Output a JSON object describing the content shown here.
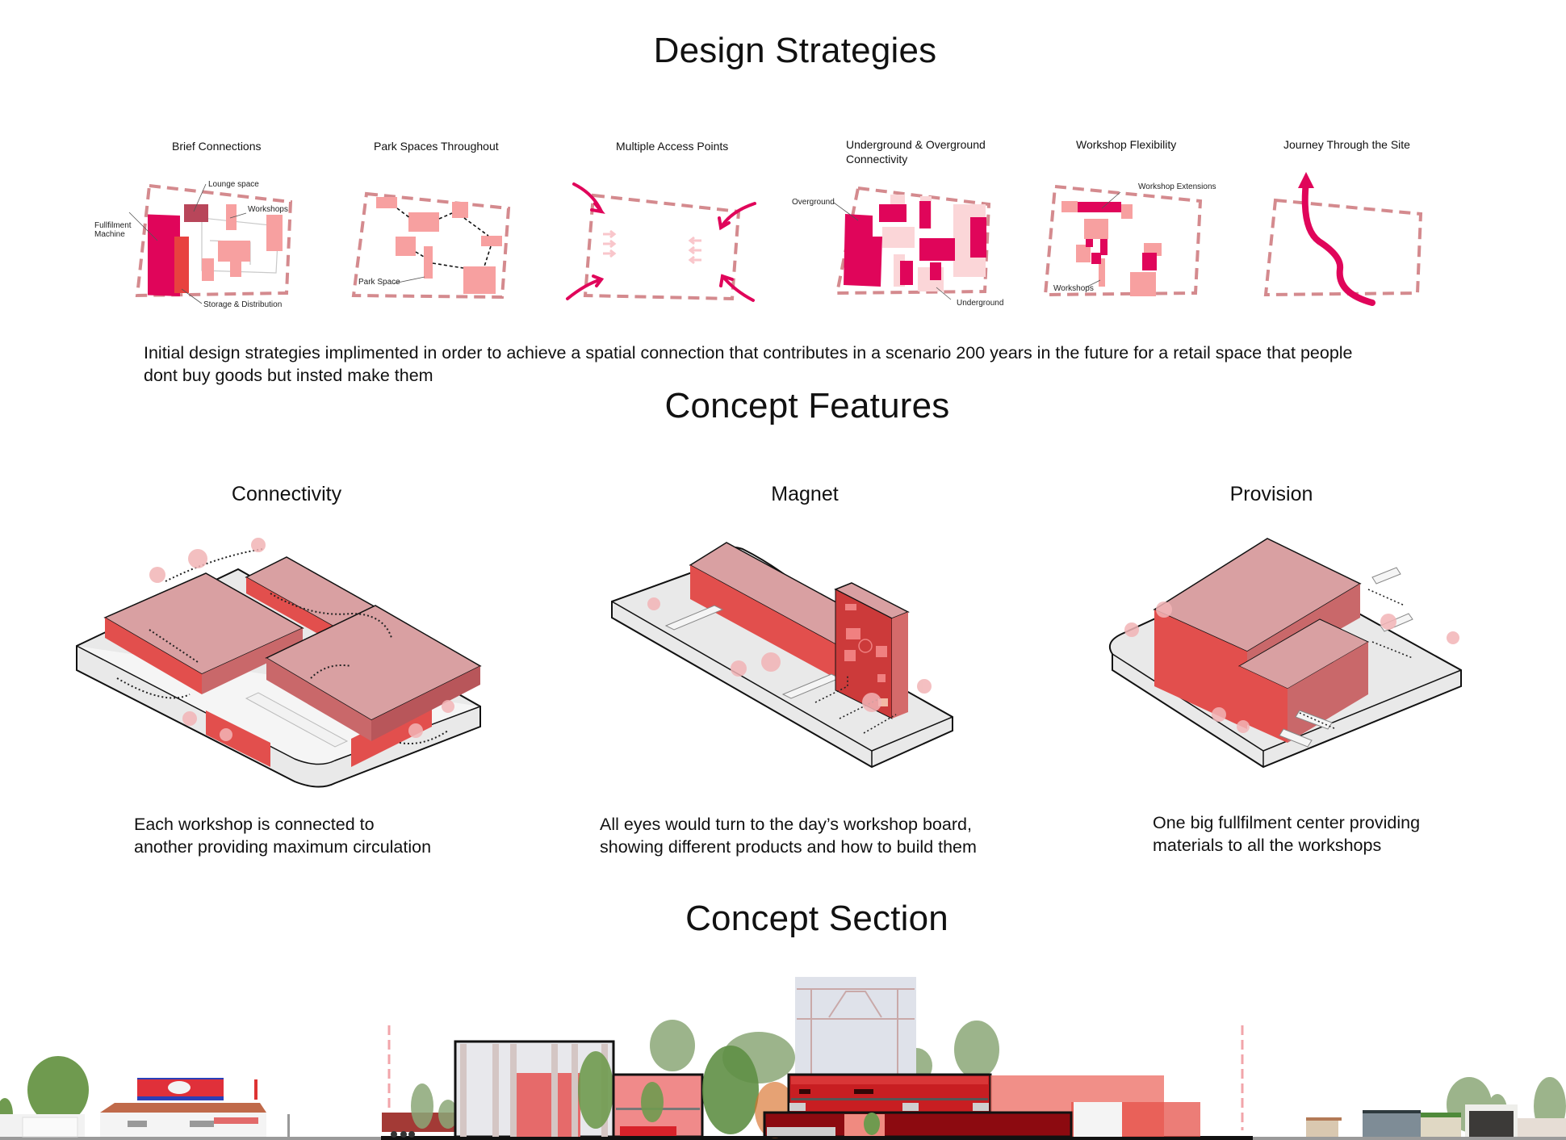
{
  "design_strategies": {
    "heading": "Design Strategies",
    "items": [
      {
        "title": "Brief Connections",
        "labels": [
          "Lounge space",
          "Workshops",
          "Fullfilment",
          "Machine",
          "Storage & Distribution"
        ]
      },
      {
        "title": "Park Spaces Throughout",
        "labels": [
          "Park Space"
        ]
      },
      {
        "title": "Multiple Access Points",
        "labels": []
      },
      {
        "title_line1": "Underground & Overground",
        "title_line2": "Connectivity",
        "labels": [
          "Overground",
          "Underground"
        ]
      },
      {
        "title": "Workshop Flexibility",
        "labels": [
          "Workshop Extensions",
          "Workshops"
        ]
      },
      {
        "title": "Journey Through the Site",
        "labels": []
      }
    ],
    "description_line1": "Initial design strategies implimented in order to achieve a spatial connection that  contributes in a scenario 200 years in the future for a retail space that people",
    "description_line2": "dont buy goods but insted make them"
  },
  "concept_features": {
    "heading": "Concept Features",
    "items": [
      {
        "title": "Connectivity",
        "desc_line1": "Each workshop is connected to",
        "desc_line2": "another providing maximum circulation"
      },
      {
        "title": "Magnet",
        "desc_line1": "All eyes would turn to the day’s workshop board,",
        "desc_line2": "showing different products and how to build them"
      },
      {
        "title": "Provision",
        "desc_line1": "One big fullfilment center providing",
        "desc_line2": "materials to all the workshops"
      }
    ]
  },
  "concept_section": {
    "heading": "Concept Section"
  },
  "colors": {
    "magenta": "#e0055a",
    "red": "#e8423f",
    "dark_rose": "#b8465a",
    "light_pink": "#f7a0a0",
    "pale_pink": "#fbd6d8",
    "dashed_border": "#d48a8e",
    "building_top": "#d9a0a2",
    "building_side": "#e24f4d",
    "plinth": "#e6e6e6"
  }
}
